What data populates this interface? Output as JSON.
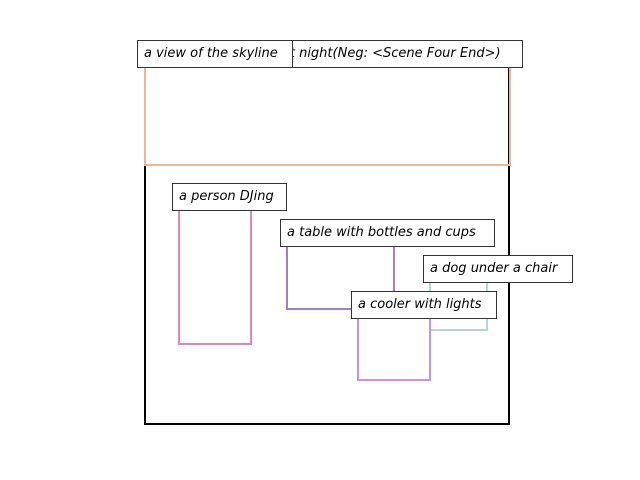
{
  "regions": [
    {
      "id": "skyline",
      "caption": "a view of the skyline",
      "color": "#e8b89a"
    },
    {
      "id": "dj",
      "caption": "a person DJing",
      "color": "#e384bf"
    },
    {
      "id": "table",
      "caption": "a table with bottles and cups",
      "color": "#a97ad3"
    },
    {
      "id": "dog",
      "caption": "a dog under a chair",
      "color": "#b5d6d6"
    },
    {
      "id": "cooler",
      "caption": "a cooler with lights",
      "color": "#d18ddf"
    }
  ],
  "global_caption": "a view of the skyline at night(Neg: <Scene Four End>)",
  "frame_color": "#000000"
}
